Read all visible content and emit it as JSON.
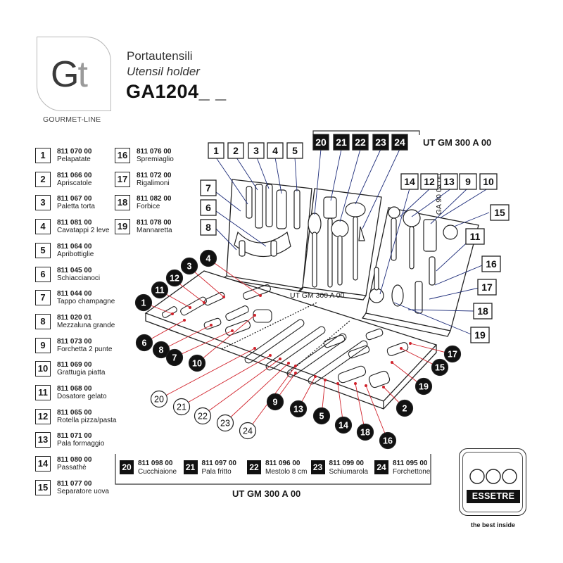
{
  "brand": {
    "logo_g": "G",
    "logo_t": "t",
    "line": "GOURMET-LINE"
  },
  "title": {
    "it": "Portautensili",
    "en": "Utensil holder",
    "code": "GA1204_ _"
  },
  "legend": [
    {
      "n": "1",
      "code": "811 070 00",
      "name": "Pelapatate"
    },
    {
      "n": "2",
      "code": "811 066 00",
      "name": "Apriscatole"
    },
    {
      "n": "3",
      "code": "811 067 00",
      "name": "Paletta torta"
    },
    {
      "n": "4",
      "code": "811 081 00",
      "name": "Cavatappi 2 leve"
    },
    {
      "n": "5",
      "code": "811 064 00",
      "name": "Apribottiglie"
    },
    {
      "n": "6",
      "code": "811 045 00",
      "name": "Schiaccianoci"
    },
    {
      "n": "7",
      "code": "811 044 00",
      "name": "Tappo champagne"
    },
    {
      "n": "8",
      "code": "811 020 01",
      "name": "Mezzaluna grande"
    },
    {
      "n": "9",
      "code": "811 073 00",
      "name": "Forchetta 2 punte"
    },
    {
      "n": "10",
      "code": "811 069 00",
      "name": "Grattugia piatta"
    },
    {
      "n": "11",
      "code": "811 068 00",
      "name": "Dosatore gelato"
    },
    {
      "n": "12",
      "code": "811 065 00",
      "name": "Rotella pizza/pasta"
    },
    {
      "n": "13",
      "code": "811 071 00",
      "name": "Pala formaggio"
    },
    {
      "n": "14",
      "code": "811 080 00",
      "name": "Passathè"
    },
    {
      "n": "15",
      "code": "811 077 00",
      "name": "Separatore uova"
    }
  ],
  "legend_col2": [
    {
      "n": "16",
      "code": "811 076 00",
      "name": "Spremiaglio"
    },
    {
      "n": "17",
      "code": "811 072 00",
      "name": "Rigalimoni"
    },
    {
      "n": "18",
      "code": "811 082 00",
      "name": "Forbice"
    },
    {
      "n": "19",
      "code": "811 078 00",
      "name": "Mannaretta"
    }
  ],
  "bottom_items": [
    {
      "n": "20",
      "code": "811 098 00",
      "name": "Cucchiaione"
    },
    {
      "n": "21",
      "code": "811 097 00",
      "name": "Pala fritto"
    },
    {
      "n": "22",
      "code": "811 096 00",
      "name": "Mestolo 8 cm"
    },
    {
      "n": "23",
      "code": "811 099 00",
      "name": "Schiumarola"
    },
    {
      "n": "24",
      "code": "811 095 00",
      "name": "Forchettone"
    }
  ],
  "set_labels": {
    "bottom": "UT GM 300 A 00",
    "top": "UT GM 300 A 00",
    "panel_mid": "UT GM 300 A 00",
    "panel_right": "UT GA 90 04 00"
  },
  "diagram": {
    "top_left_boxes": [
      "1",
      "2",
      "3",
      "4",
      "5"
    ],
    "left_boxes": [
      "7",
      "6",
      "8"
    ],
    "top_black_boxes": [
      "20",
      "21",
      "22",
      "23",
      "24"
    ],
    "right_top_boxes": [
      "14",
      "12",
      "13",
      "9",
      "10"
    ],
    "right_boxes": [
      "15",
      "11",
      "16",
      "17",
      "18",
      "19"
    ],
    "black_circles": [
      "4",
      "3",
      "12",
      "11",
      "1",
      "6",
      "8",
      "7",
      "10",
      "9",
      "13",
      "5",
      "14",
      "18",
      "16",
      "2",
      "19",
      "15",
      "17"
    ],
    "white_circles": [
      "20",
      "21",
      "22",
      "23",
      "24"
    ]
  },
  "essetre": {
    "name": "ESSETRE",
    "tagline": "the best inside"
  },
  "colors": {
    "accent_red": "#d1222b",
    "leader_blue": "#1e2d7a",
    "black": "#111111"
  }
}
